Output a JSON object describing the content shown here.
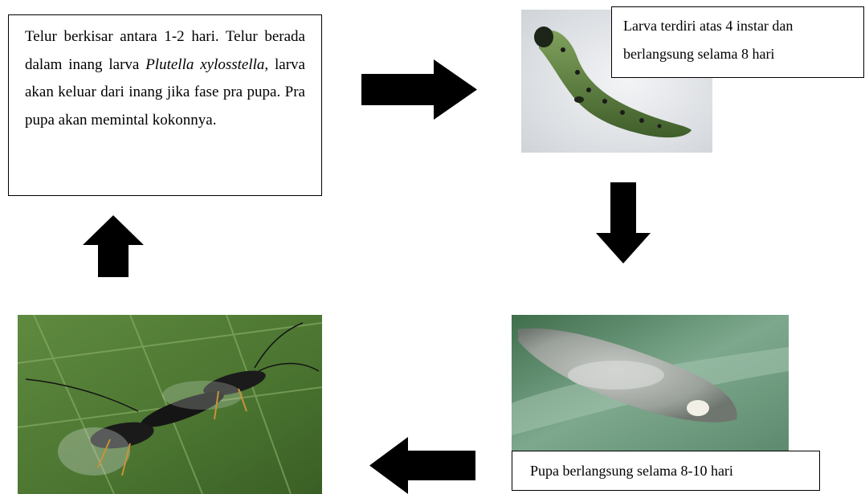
{
  "egg_stage": {
    "text_before": "Telur berkisar antara 1-2 hari. Telur berada dalam inang larva ",
    "species": "Plutella xylosstella",
    "text_after": ", larva akan keluar dari inang jika fase pra pupa. Pra pupa akan memintal kokonnya."
  },
  "larva_stage": {
    "text": "Larva terdiri atas 4 instar dan berlangsung selama 8 hari"
  },
  "pupa_stage": {
    "text": "Pupa berlangsung selama 8-10 hari"
  },
  "arrows": [
    "right",
    "down",
    "left",
    "up"
  ],
  "icons": [
    "larva-photo",
    "pupa-cocoon-photo",
    "adult-wasp-photo",
    "arrow-right-icon",
    "arrow-down-icon",
    "arrow-left-icon",
    "arrow-up-icon"
  ]
}
